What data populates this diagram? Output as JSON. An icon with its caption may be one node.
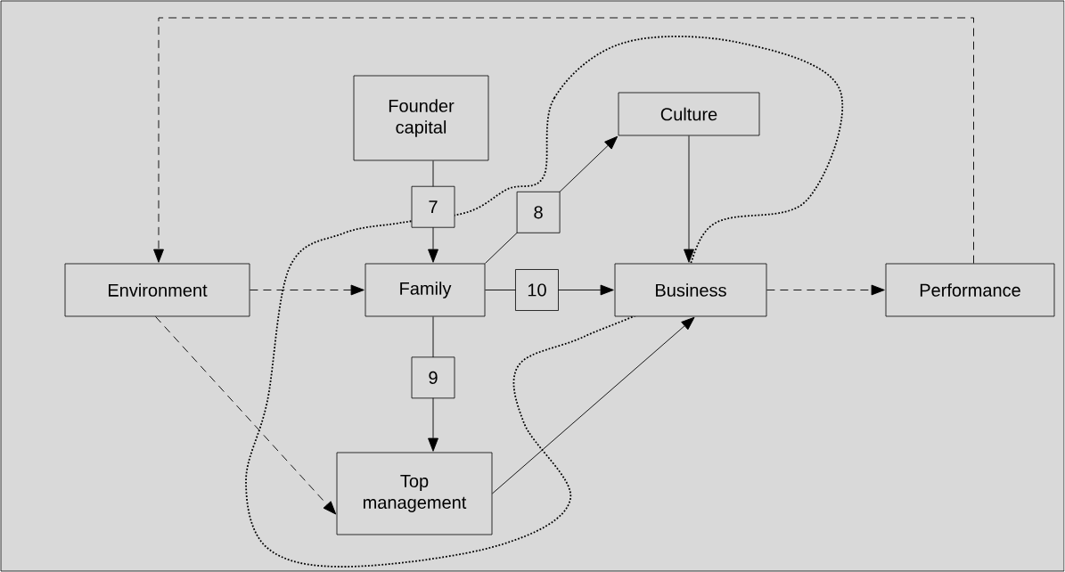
{
  "diagram": {
    "nodes": [
      {
        "text": [
          "Founder capital"
        ]
      },
      {
        "text": [
          "Culture"
        ]
      },
      {
        "text": [
          "Environment"
        ]
      },
      {
        "text": [
          "Family"
        ]
      },
      {
        "text": [
          "Business"
        ]
      },
      {
        "text": [
          "Performance"
        ]
      },
      {
        "text": [
          "Top management"
        ]
      }
    ],
    "edges": [
      {
        "from": 0,
        "to": 3,
        "arrow": "to",
        "label": "7"
      },
      {
        "from": 3,
        "to": 1,
        "arrow": "to",
        "label": "8"
      },
      {
        "from": 3,
        "to": 4,
        "arrow": "to",
        "label": "10"
      },
      {
        "from": 3,
        "to": 6,
        "arrow": "to",
        "label": "9"
      },
      {
        "from": 1,
        "to": 4,
        "arrow": "to"
      },
      {
        "from": 6,
        "to": 4,
        "arrow": "to"
      },
      {
        "from": 2,
        "to": 3,
        "arrow": "to",
        "style": "dashed"
      },
      {
        "from": 2,
        "to": 6,
        "arrow": "to",
        "style": "dashed"
      },
      {
        "from": 4,
        "to": 5,
        "arrow": "to",
        "style": "dashed"
      },
      {
        "from": 5,
        "to": 2,
        "arrow": "to",
        "style": "dashed"
      }
    ]
  }
}
